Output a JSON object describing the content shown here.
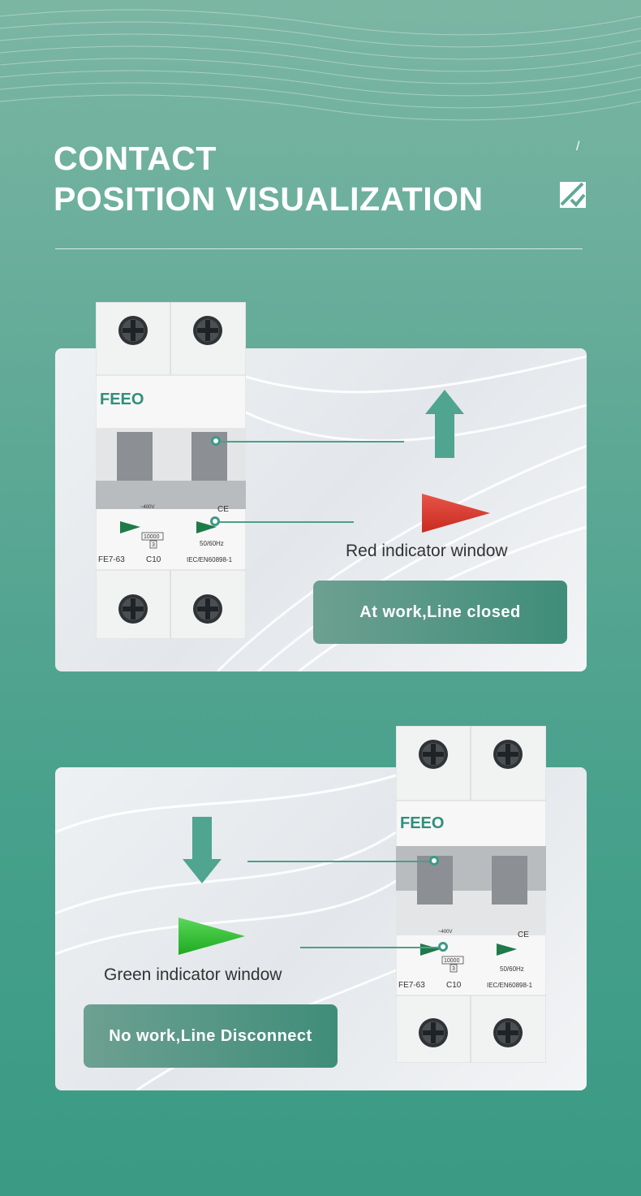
{
  "header": {
    "title_line1": "CONTACT",
    "title_line2": "POSITION VISUALIZATION",
    "slash": "/"
  },
  "breaker": {
    "brand": "FEEO",
    "model": "FE7-63",
    "rating": "C10",
    "voltage": "~400V",
    "frequency": "50/60Hz",
    "breaking_capacity": "10000",
    "class": "3",
    "standard": "IEC/EN60898-1",
    "ce_mark": "CE"
  },
  "sections": [
    {
      "indicator_label": "Red indicator window",
      "status": "At work,Line closed",
      "indicator_color": "#e63a2e",
      "arrow_direction": "up"
    },
    {
      "indicator_label": "Green indicator window",
      "status": "No work,Line Disconnect",
      "indicator_color": "#2fc22f",
      "arrow_direction": "down"
    }
  ],
  "colors": {
    "accent": "#3f8d79",
    "arrow": "#4fa58f",
    "pointer": "#4e9e8a"
  }
}
